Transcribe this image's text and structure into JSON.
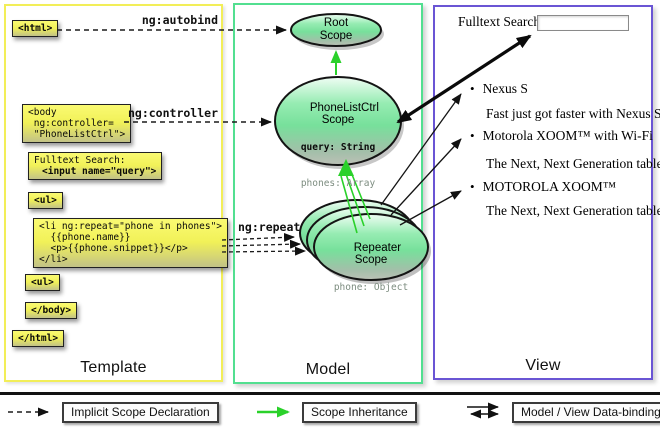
{
  "colors": {
    "template_border": "#f2ee58",
    "model_border": "#52df90",
    "view_border": "#6a55d4",
    "inheritance_green": "#2ad12a",
    "code_box_yellow": "#f1f158"
  },
  "columns": {
    "template_title": "Template",
    "model_title": "Model",
    "view_title": "View"
  },
  "template": {
    "html_open": "<html>",
    "body_open": "<body\n ng:controller=\n \"PhoneListCtrl\">",
    "fulltext_label": "Fulltext Search:",
    "input_code": "<input name=\"query\">",
    "ul_open": "<ul>",
    "li_repeat": "<li ng:repeat=\"phone in phones\">\n  {{phone.name}}\n  <p>{{phone.snippet}}</p>\n</li>",
    "ul_open2": "<ul>",
    "body_close": "</body>",
    "html_close": "</html>",
    "label_autobind": "ng:autobind",
    "label_controller": "ng:controller",
    "label_repeat": "ng:repeat"
  },
  "model": {
    "root_scope": "Root\nScope",
    "phonelist_scope": "PhoneListCtrl\nScope",
    "phonelist_query": "query: String",
    "phonelist_phones": "phones: Array",
    "repeater_scope": "Repeater\nScope",
    "repeater_phone": "phone: Object"
  },
  "view": {
    "search_label": "Fulltext Search:",
    "search_value": "",
    "items": [
      {
        "title": "Nexus S",
        "desc": "Fast just got faster with Nexus S."
      },
      {
        "title": "Motorola XOOM™ with Wi-Fi",
        "desc": "The Next, Next Generation tablet."
      },
      {
        "title": "MOTOROLA XOOM™",
        "desc": "The Next, Next Generation tablet."
      }
    ]
  },
  "legend": {
    "implicit": "Implicit Scope Declaration",
    "inheritance": "Scope Inheritance",
    "binding": "Model / View Data-binding"
  }
}
